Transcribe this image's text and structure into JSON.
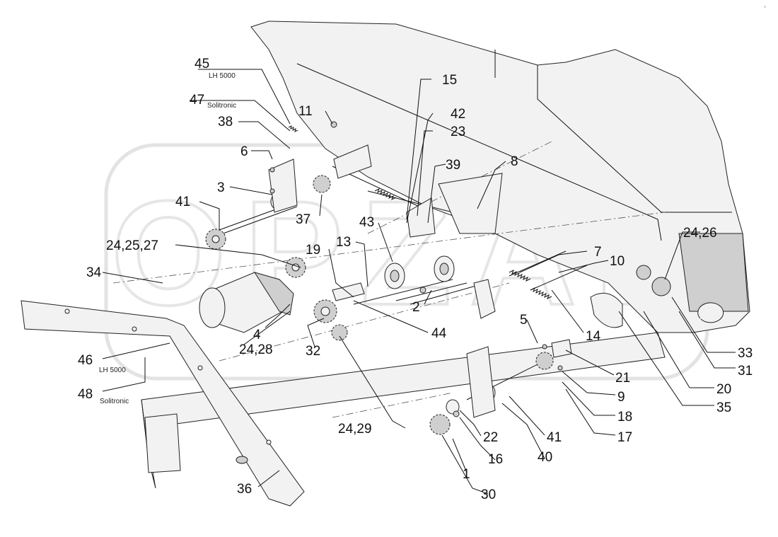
{
  "corner_text": "*",
  "watermark": "OPZAL",
  "callouts": [
    {
      "id": "c45",
      "label": "45",
      "sub": "LH 5000"
    },
    {
      "id": "c47",
      "label": "47",
      "sub": "Solitronic"
    },
    {
      "id": "c38",
      "label": "38"
    },
    {
      "id": "c11",
      "label": "11"
    },
    {
      "id": "c6",
      "label": "6"
    },
    {
      "id": "c3",
      "label": "3"
    },
    {
      "id": "c41a",
      "label": "41"
    },
    {
      "id": "c37",
      "label": "37"
    },
    {
      "id": "c15",
      "label": "15"
    },
    {
      "id": "c42",
      "label": "42"
    },
    {
      "id": "c23",
      "label": "23"
    },
    {
      "id": "c39",
      "label": "39"
    },
    {
      "id": "c8",
      "label": "8"
    },
    {
      "id": "c43",
      "label": "43"
    },
    {
      "id": "c13",
      "label": "13"
    },
    {
      "id": "c19",
      "label": "19"
    },
    {
      "id": "c242527",
      "label": "24,25,27"
    },
    {
      "id": "c34",
      "label": "34"
    },
    {
      "id": "c2",
      "label": "2"
    },
    {
      "id": "c4",
      "label": "4"
    },
    {
      "id": "c2428",
      "label": "24,28"
    },
    {
      "id": "c32",
      "label": "32"
    },
    {
      "id": "c44",
      "label": "44"
    },
    {
      "id": "c46",
      "label": "46",
      "sub": "LH 5000"
    },
    {
      "id": "c48",
      "label": "48",
      "sub": "Solitronic"
    },
    {
      "id": "c2426",
      "label": "24,26"
    },
    {
      "id": "c7",
      "label": "7"
    },
    {
      "id": "c10",
      "label": "10"
    },
    {
      "id": "c5",
      "label": "5"
    },
    {
      "id": "c14",
      "label": "14"
    },
    {
      "id": "c33",
      "label": "33"
    },
    {
      "id": "c31",
      "label": "31"
    },
    {
      "id": "c21",
      "label": "21"
    },
    {
      "id": "c20",
      "label": "20"
    },
    {
      "id": "c9",
      "label": "9"
    },
    {
      "id": "c35",
      "label": "35"
    },
    {
      "id": "c18",
      "label": "18"
    },
    {
      "id": "c17",
      "label": "17"
    },
    {
      "id": "c2429",
      "label": "24,29"
    },
    {
      "id": "c22",
      "label": "22"
    },
    {
      "id": "c41b",
      "label": "41"
    },
    {
      "id": "c16",
      "label": "16"
    },
    {
      "id": "c40",
      "label": "40"
    },
    {
      "id": "c1",
      "label": "1"
    },
    {
      "id": "c36",
      "label": "36"
    },
    {
      "id": "c30",
      "label": "30"
    }
  ]
}
